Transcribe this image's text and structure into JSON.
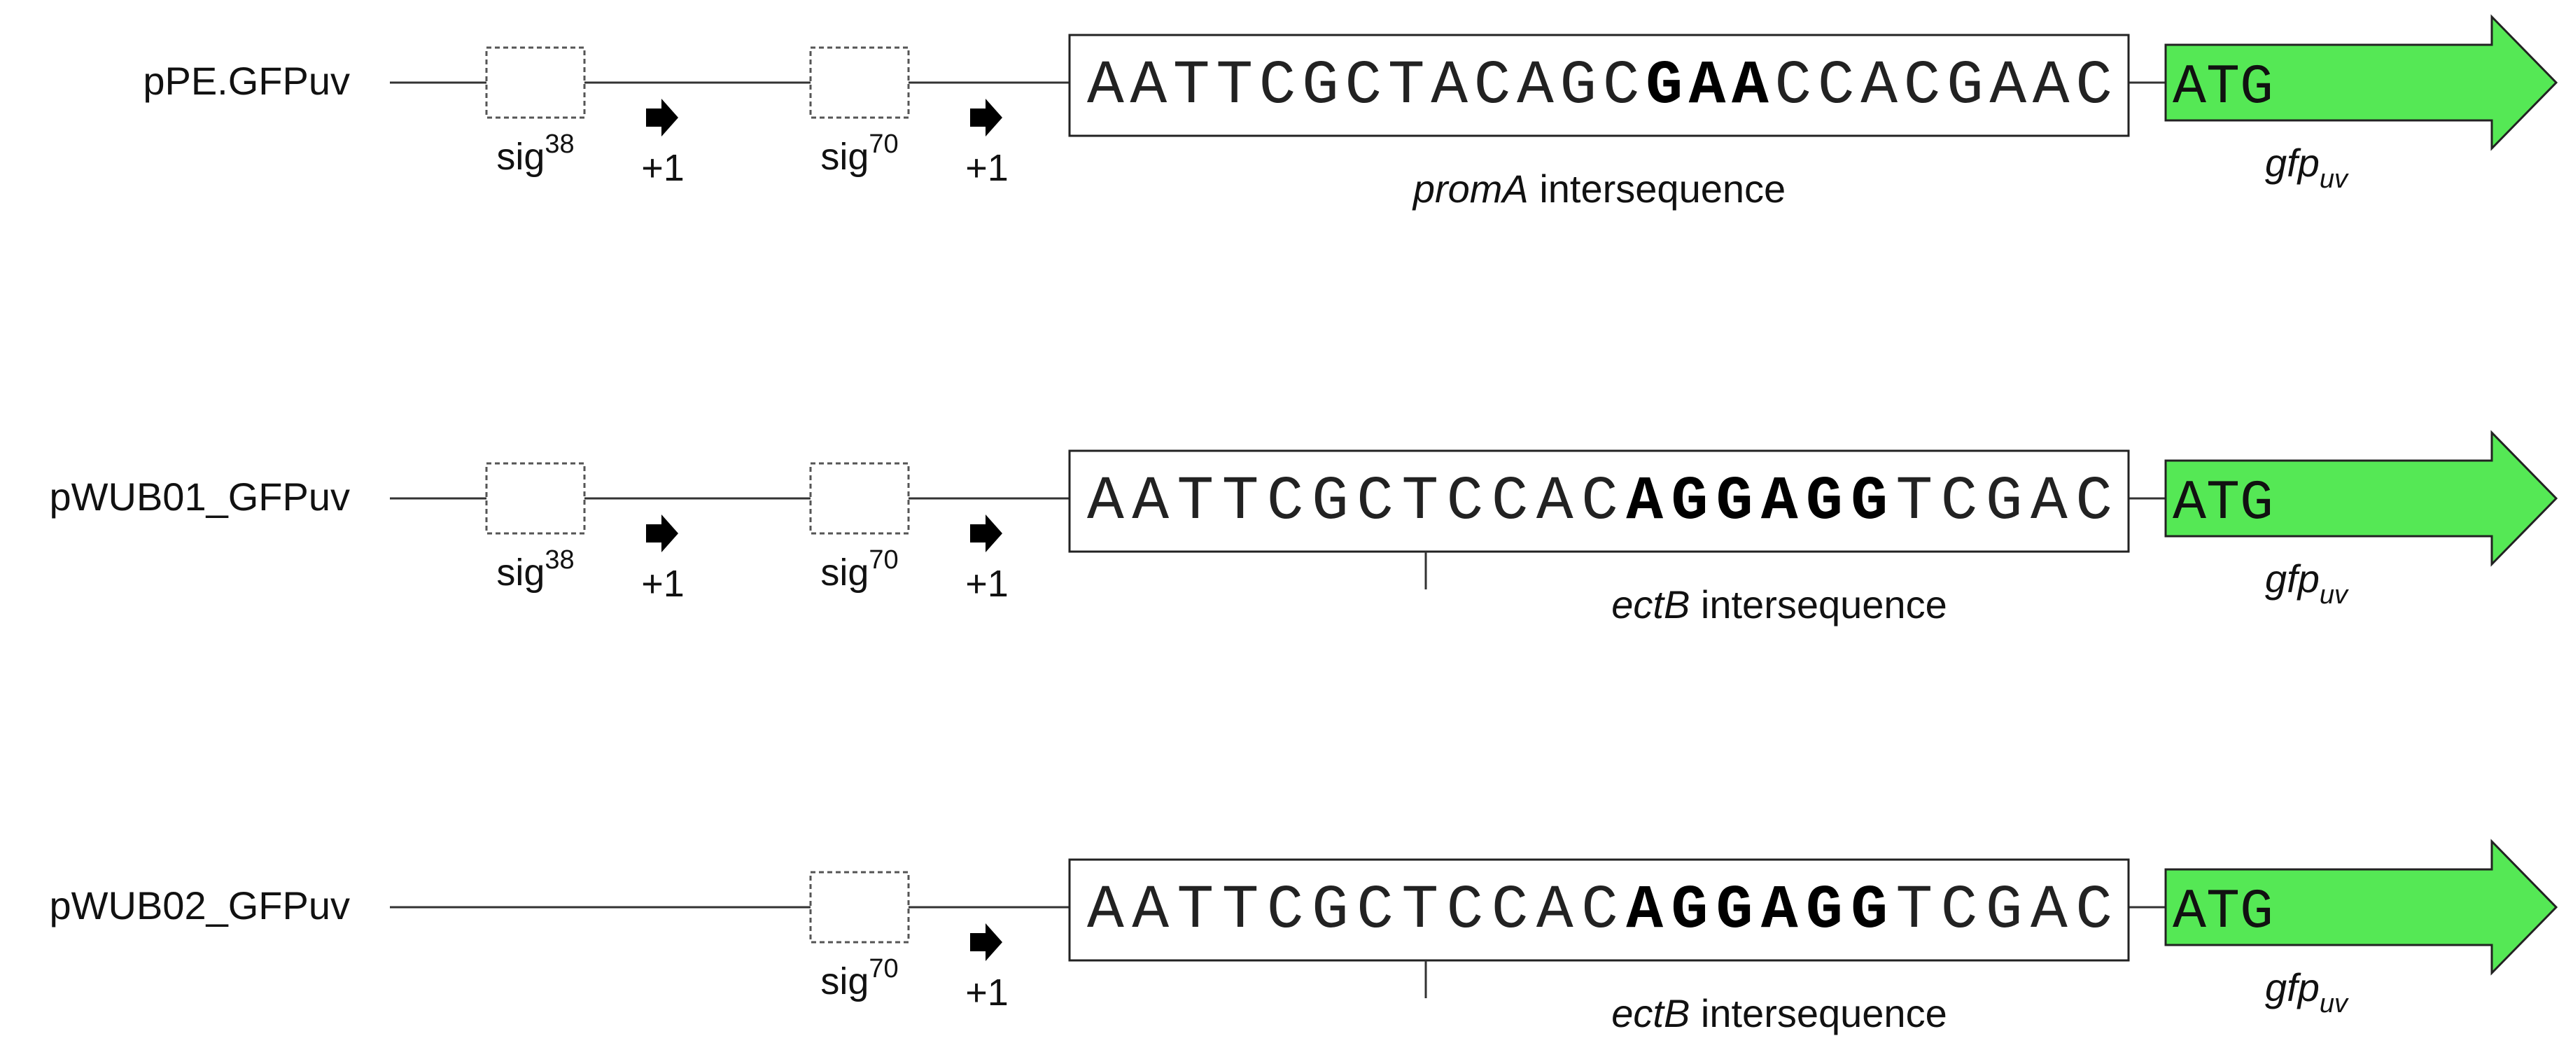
{
  "constructs": [
    {
      "name": "pPE.GFPuv",
      "sites": [
        {
          "label": "sig",
          "sup": "38",
          "start": "+1"
        },
        {
          "label": "sig",
          "sup": "70",
          "start": "+1"
        }
      ],
      "sequence": {
        "pre": "AATTCGCTACAGC",
        "bold": "GAA",
        "post": "CCACGAAC"
      },
      "intersequence": {
        "gene": "promA",
        "text": " intersequence"
      },
      "has_tick": false,
      "gene": {
        "start_codon": "ATG",
        "name": "gfp",
        "name_sub": "uv"
      }
    },
    {
      "name": "pWUB01_GFPuv",
      "sites": [
        {
          "label": "sig",
          "sup": "38",
          "start": "+1"
        },
        {
          "label": "sig",
          "sup": "70",
          "start": "+1"
        }
      ],
      "sequence": {
        "pre": "AATTCGCTCCAC",
        "bold": "AGGAGG",
        "post": "TCGAC"
      },
      "intersequence": {
        "gene": "ectB",
        "text": " intersequence"
      },
      "has_tick": true,
      "gene": {
        "start_codon": "ATG",
        "name": "gfp",
        "name_sub": "uv"
      }
    },
    {
      "name": "pWUB02_GFPuv",
      "sites": [
        {
          "label": "sig",
          "sup": "70",
          "start": "+1"
        }
      ],
      "sequence": {
        "pre": "AATTCGCTCCAC",
        "bold": "AGGAGG",
        "post": "TCGAC"
      },
      "intersequence": {
        "gene": "ectB",
        "text": " intersequence"
      },
      "has_tick": true,
      "gene": {
        "start_codon": "ATG",
        "name": "gfp",
        "name_sub": "uv"
      }
    }
  ],
  "colors": {
    "gene_arrow_fill": "#55e855",
    "gene_arrow_stroke": "#222222",
    "line": "#333333",
    "site_box_stroke": "#555555"
  },
  "icons": [
    "promoter-box",
    "transcription-start-arrow",
    "gene-arrow"
  ]
}
